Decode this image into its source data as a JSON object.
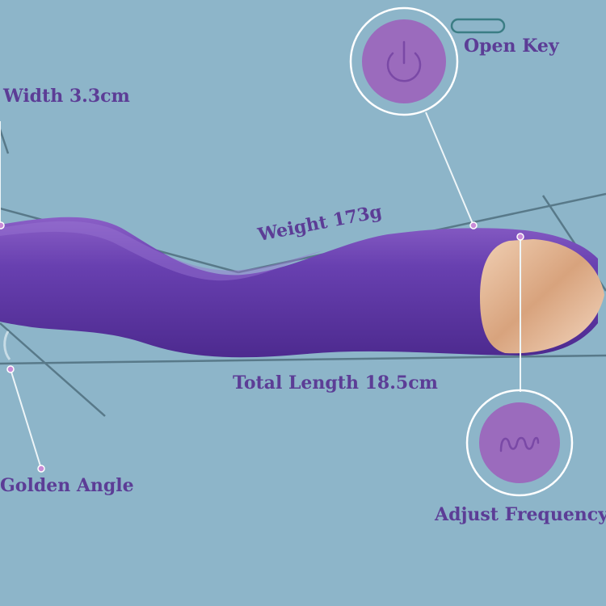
{
  "labels": {
    "width": "Width 3.3cm",
    "open_key": "Open Key",
    "weight": "Weight 173g",
    "total_length": "Total Length 18.5cm",
    "golden_angle": "Golden Angle",
    "adjust_frequency": "Adjust Frequency"
  },
  "icons": {
    "open_key": "power-icon",
    "adjust_frequency": "wave-icon"
  },
  "colors": {
    "background": "#8db5c9",
    "body": "#5b36a0",
    "tip": "#e2b38f",
    "label_text": "#5c3d96",
    "button": "#9b6bbd"
  }
}
